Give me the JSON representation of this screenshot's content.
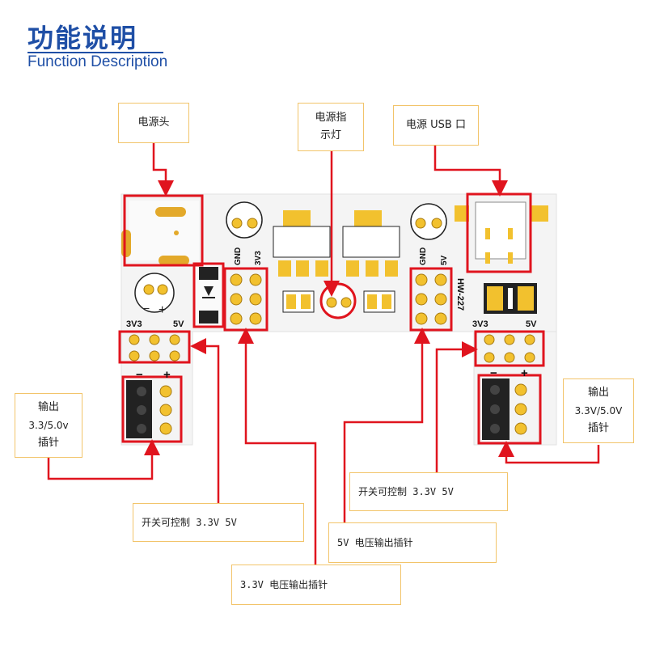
{
  "header": {
    "title": "功能说明",
    "subtitle": "Function Description"
  },
  "callouts": {
    "power_jack": "电源头",
    "power_led": "电源指示灯",
    "usb_port": "电源 USB 口",
    "output_left": "输出3.3/5.0v插针",
    "output_right": "输出3.3V/5.0V插针",
    "switch_left": "开关可控制 3.3V 5V",
    "switch_right": "开关可控制 3.3V 5V",
    "pin_5v": "5V 电压输出插针",
    "pin_3v3": "3.3V 电压输出插针"
  },
  "callout_lines": {
    "power_led": [
      "电源指",
      "示灯"
    ],
    "output_left": [
      "输出",
      "3.3/5.0v",
      "插针"
    ],
    "output_right": [
      "输出",
      "3.3V/5.0V",
      "插针"
    ]
  },
  "board": {
    "silk_3v3_left": "3V3",
    "silk_5v_left": "5V",
    "silk_3v3_right": "3V3",
    "silk_5v_right": "5V",
    "silk_gnd_a": "GND",
    "silk_3v3_a": "3V3",
    "silk_gnd_b": "GND",
    "silk_5v_b": "5V",
    "silk_model": "HW-227",
    "silk_minus_left": "−",
    "silk_plus_left": "+",
    "silk_minus_right": "−",
    "silk_plus_right": "+"
  },
  "colors": {
    "title_blue": "#1f4fa6",
    "highlight_red": "#e0141e",
    "pad_gold": "#f2c12e",
    "callout_border": "#f2c46a"
  }
}
